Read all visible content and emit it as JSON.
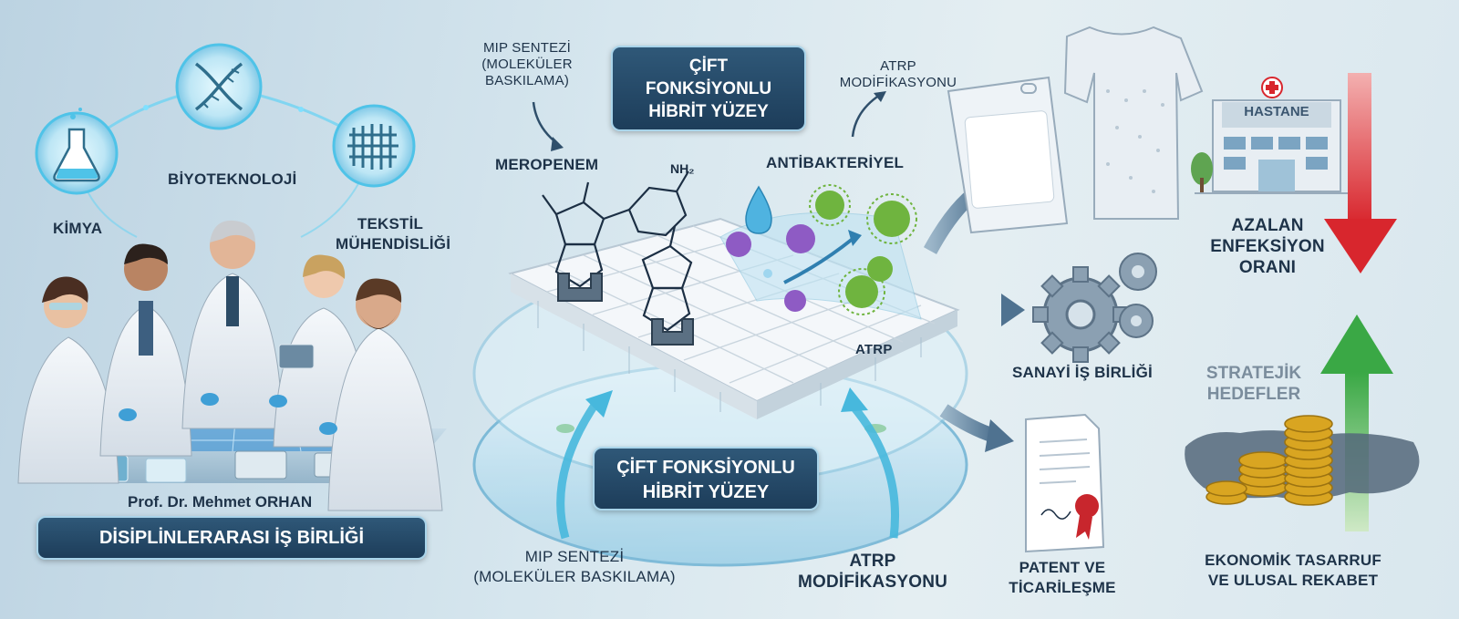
{
  "left": {
    "disciplines": {
      "chemistry": "KİMYA",
      "biotech": "BİYOTEKNOLOJİ",
      "textile_line1": "TEKSTİL",
      "textile_line2": "MÜHENDİSLİĞİ"
    },
    "professor": "Prof. Dr. Mehmet ORHAN",
    "banner": "DİSİPLİNLERARASI İŞ BİRLİĞİ"
  },
  "center": {
    "mip_top_line1": "MIP SENTEZİ",
    "mip_top_line2": "(MOLEKÜLER",
    "mip_top_line3": "BASKILAMA)",
    "hybrid_top_line1": "ÇİFT",
    "hybrid_top_line2": "FONKSİYONLU",
    "hybrid_top_line3": "HİBRİT YÜZEY",
    "atrp_top_line1": "ATRP",
    "atrp_top_line2": "MODİFİKASYONU",
    "meropenem": "MEROPENEM",
    "antibacterial": "ANTİBAKTERİYEL",
    "atrp_label": "ATRP",
    "nh2": "NH₂",
    "hybrid_bottom_line1": "ÇİFT FONKSİYONLU",
    "hybrid_bottom_line2": "HİBRİT YÜZEY",
    "mip_bottom_line1": "MIP SENTEZİ",
    "mip_bottom_line2": "(MOLEKÜLER BASKILAMA)",
    "atrp_bottom_line1": "ATRP",
    "atrp_bottom_line2": "MODİFİKASYONU"
  },
  "right": {
    "industry": "SANAYİ İŞ BİRLİĞİ",
    "patent_line1": "PATENT VE",
    "patent_line2": "TİCARİLEŞME",
    "hospital": "HASTANE",
    "infection_line1": "AZALAN",
    "infection_line2": "ENFEKSİYON",
    "infection_line3": "ORANI",
    "strategic_line1": "STRATEJİK",
    "strategic_line2": "HEDEFLER",
    "economic_line1": "EKONOMİK TASARRUF",
    "economic_line2": "VE ULUSAL REKABET"
  },
  "colors": {
    "navy": "#1d3d5a",
    "glow": "#4fc3e8",
    "green_arrow": "#3aa845",
    "red_arrow": "#d8262d",
    "bacteria_green": "#6fb43f",
    "bacteria_purple": "#8e5bc4",
    "gold": "#d9a521"
  }
}
